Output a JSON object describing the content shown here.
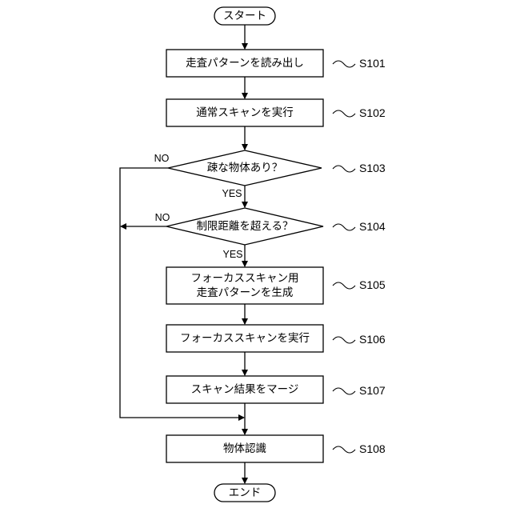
{
  "terminals": {
    "start": "スタート",
    "end": "エンド"
  },
  "steps": [
    {
      "id": "S101",
      "lines": [
        "走査パターンを読み出し"
      ]
    },
    {
      "id": "S102",
      "lines": [
        "通常スキャンを実行"
      ]
    },
    {
      "id": "S103",
      "lines": [
        "疎な物体あり？"
      ],
      "no": "NO",
      "yes": "YES"
    },
    {
      "id": "S104",
      "lines": [
        "制限距離を超える？"
      ],
      "no": "NO",
      "yes": "YES"
    },
    {
      "id": "S105",
      "lines": [
        "フォーカススキャン用",
        "走査パターンを生成"
      ]
    },
    {
      "id": "S106",
      "lines": [
        "フォーカススキャンを実行"
      ]
    },
    {
      "id": "S107",
      "lines": [
        "スキャン結果をマージ"
      ]
    },
    {
      "id": "S108",
      "lines": [
        "物体認識"
      ]
    }
  ]
}
